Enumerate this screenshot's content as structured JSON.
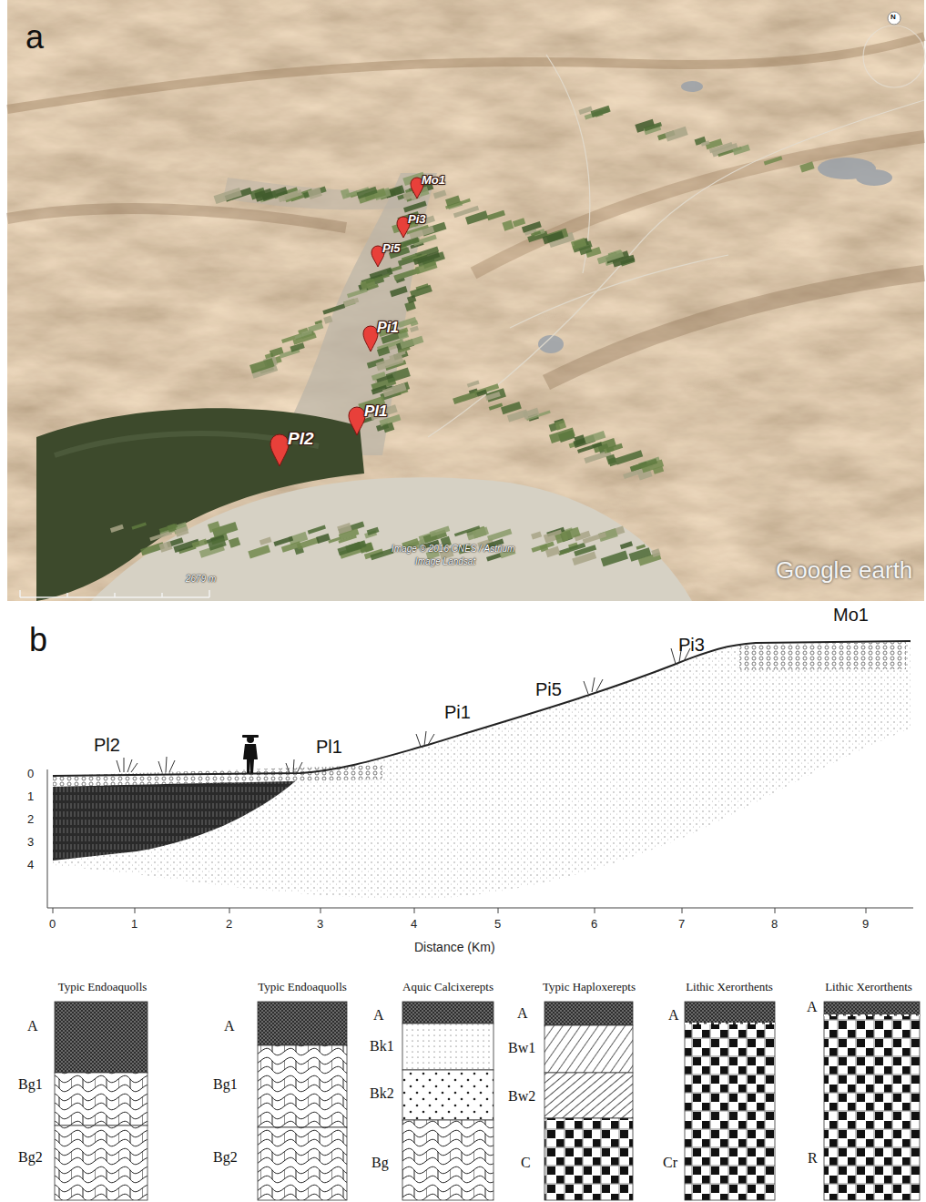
{
  "diagram": {
    "nodes": [
      {
        "text": [
          "Typic Endoaquolls"
        ]
      },
      {
        "text": [
          "Typic Endoaquolls"
        ]
      },
      {
        "text": [
          "Aquic Calcixerepts"
        ]
      },
      {
        "text": [
          "Typic Haploxerepts"
        ]
      },
      {
        "text": [
          "Lithic Xerorthents"
        ]
      },
      {
        "text": [
          "Lithic Xerorthents"
        ]
      }
    ],
    "labels": [
      "a",
      "N",
      "Mo1",
      "Pi3",
      "Pi5",
      "Pi1",
      "Pl1",
      "Pl2",
      "Image © 2016 CNES / Astrium",
      "Image Landsat",
      "2679 m",
      "Google earth",
      "b",
      "Mo1",
      "Pi3",
      "Pi5",
      "Pi1",
      "Pl1",
      "Pl2",
      "0",
      "1",
      "2",
      "3",
      "4",
      "0",
      "1",
      "2",
      "3",
      "4",
      "5",
      "6",
      "7",
      "8",
      "9",
      "Distance (Km)",
      "A",
      "Bg1",
      "Bg2",
      "A",
      "Bg1",
      "Bg2",
      "A",
      "Bk1",
      "Bk2",
      "Bg",
      "A",
      "Bw1",
      "Bw2",
      "C",
      "A",
      "Cr",
      "A",
      "R"
    ]
  }
}
